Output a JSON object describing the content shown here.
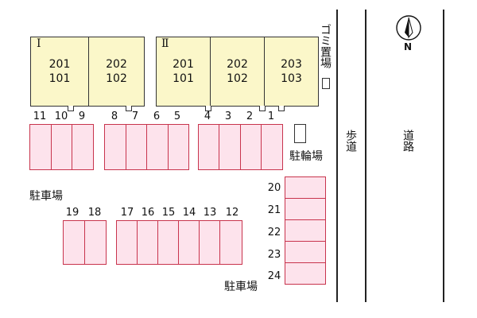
{
  "buildings": [
    {
      "label": "Ⅰ",
      "units": [
        {
          "upper": "201",
          "lower": "101"
        },
        {
          "upper": "202",
          "lower": "102"
        }
      ]
    },
    {
      "label": "Ⅱ",
      "units": [
        {
          "upper": "201",
          "lower": "101"
        },
        {
          "upper": "202",
          "lower": "102"
        },
        {
          "upper": "203",
          "lower": "103"
        }
      ]
    }
  ],
  "parking": {
    "top_row_numbers": [
      "11",
      "10",
      "9",
      "8",
      "7",
      "6",
      "5",
      "4",
      "3",
      "2",
      "1"
    ],
    "bottom_row_numbers": [
      "19",
      "18",
      "17",
      "16",
      "15",
      "14",
      "13",
      "12"
    ],
    "right_column_numbers": [
      "20",
      "21",
      "22",
      "23",
      "24"
    ],
    "label_left": "駐車場",
    "label_bottom": "駐車場"
  },
  "garbage_area_label": "ゴミ置場",
  "bicycle_parking_label": "駐輪場",
  "sidewalk_label": "歩道",
  "road_label": "道路",
  "compass_label": "N",
  "colors": {
    "building_fill": "#fbf7c9",
    "parking_fill": "#fde3ec",
    "parking_border": "#c8344d"
  }
}
